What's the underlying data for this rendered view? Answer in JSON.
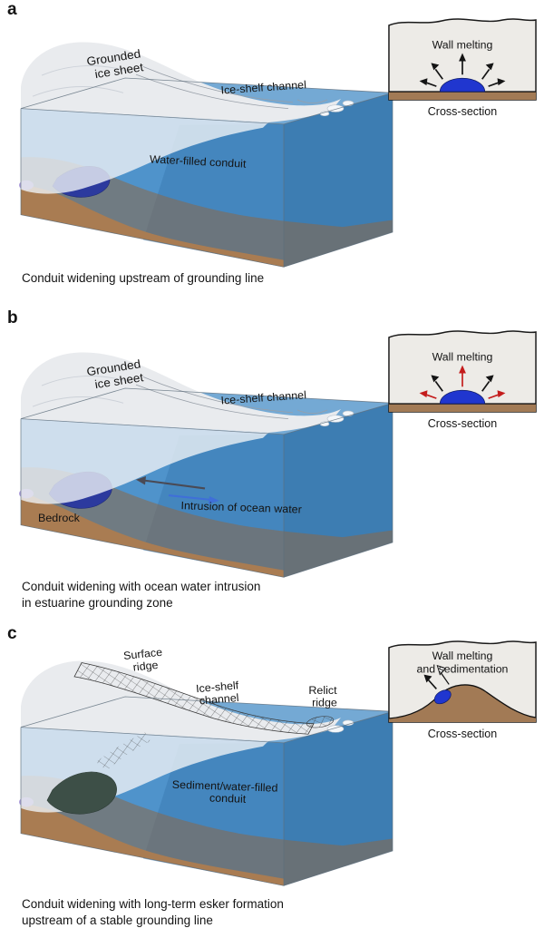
{
  "colors": {
    "ocean_top": "#74a9d4",
    "ocean_front": "#4f93cb",
    "ocean_side": "#3d7db2",
    "bedrock": "#a97c52",
    "bedrock_inside": "#8d6847",
    "ice": "#e9ebee",
    "conduit_water": "#2c3a9e",
    "conduit_sediment": "#3d4f47",
    "conduit_outlet_purple": "#a18fd6",
    "inset_dome": "#2036cf",
    "inset_arrow_black": "#141414",
    "inset_arrow_red": "#c41c1c"
  },
  "panels": {
    "a": {
      "letter": "a",
      "diagram_labels": {
        "grounded_line1": "Grounded",
        "grounded_line2": "ice sheet",
        "channel": "Ice-shelf channel",
        "conduit": "Water-filled conduit"
      },
      "inset": {
        "title_line1": "Wall melting",
        "caption": "Cross-section"
      },
      "caption_line1": "Conduit widening upstream of grounding line"
    },
    "b": {
      "letter": "b",
      "diagram_labels": {
        "grounded_line1": "Grounded",
        "grounded_line2": "ice sheet",
        "channel": "Ice-shelf channel",
        "intrusion": "Intrusion of ocean water",
        "bedrock": "Bedrock"
      },
      "inset": {
        "title_line1": "Wall melting",
        "caption": "Cross-section"
      },
      "caption_line1": "Conduit widening with ocean water intrusion",
      "caption_line2": "in estuarine grounding zone"
    },
    "c": {
      "letter": "c",
      "diagram_labels": {
        "surface_ridge_line1": "Surface",
        "surface_ridge_line2": "ridge",
        "channel_line1": "Ice-shelf",
        "channel_line2": "channel",
        "relict_line1": "Relict",
        "relict_line2": "ridge",
        "conduit_line1": "Sediment/water-filled",
        "conduit_line2": "conduit"
      },
      "inset": {
        "title_line1": "Wall melting",
        "title_line2": "and sedimentation",
        "caption": "Cross-section"
      },
      "caption_line1": "Conduit widening with long-term esker formation",
      "caption_line2": "upstream of a stable grounding line"
    }
  }
}
